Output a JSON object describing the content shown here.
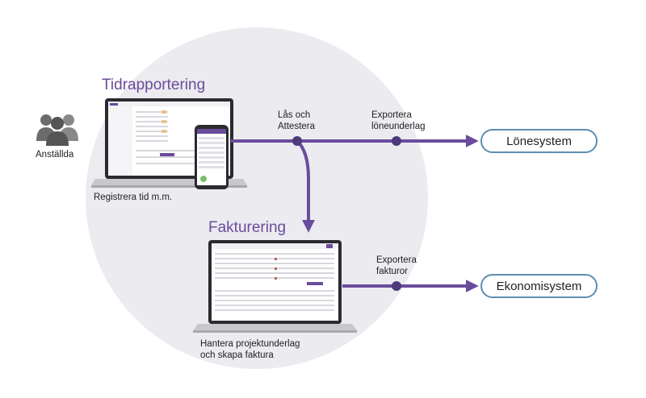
{
  "diagram": {
    "employees_label": "Anställda",
    "time_reporting_title": "Tidrapportering",
    "register_label": "Registrera tid m.m.",
    "lock_attest_label": "Lås och\nAttestera",
    "export_payroll_label": "Exportera\nlöneunderlag",
    "payroll_system_label": "Lönesystem",
    "invoicing_title": "Fakturering",
    "export_invoices_label": "Exportera\nfakturor",
    "finance_system_label": "Ekonomisystem",
    "project_label": "Hantera projektunderlag\noch skapa faktura"
  },
  "colors": {
    "flow": "#6a4c9c",
    "node": "#4d3a7a",
    "background_circle": "#ebebf0",
    "target_border": "#5d8fb0",
    "people": "#6c6c6c"
  },
  "icons": [
    "people-icon",
    "laptop-icon",
    "phone-icon"
  ]
}
